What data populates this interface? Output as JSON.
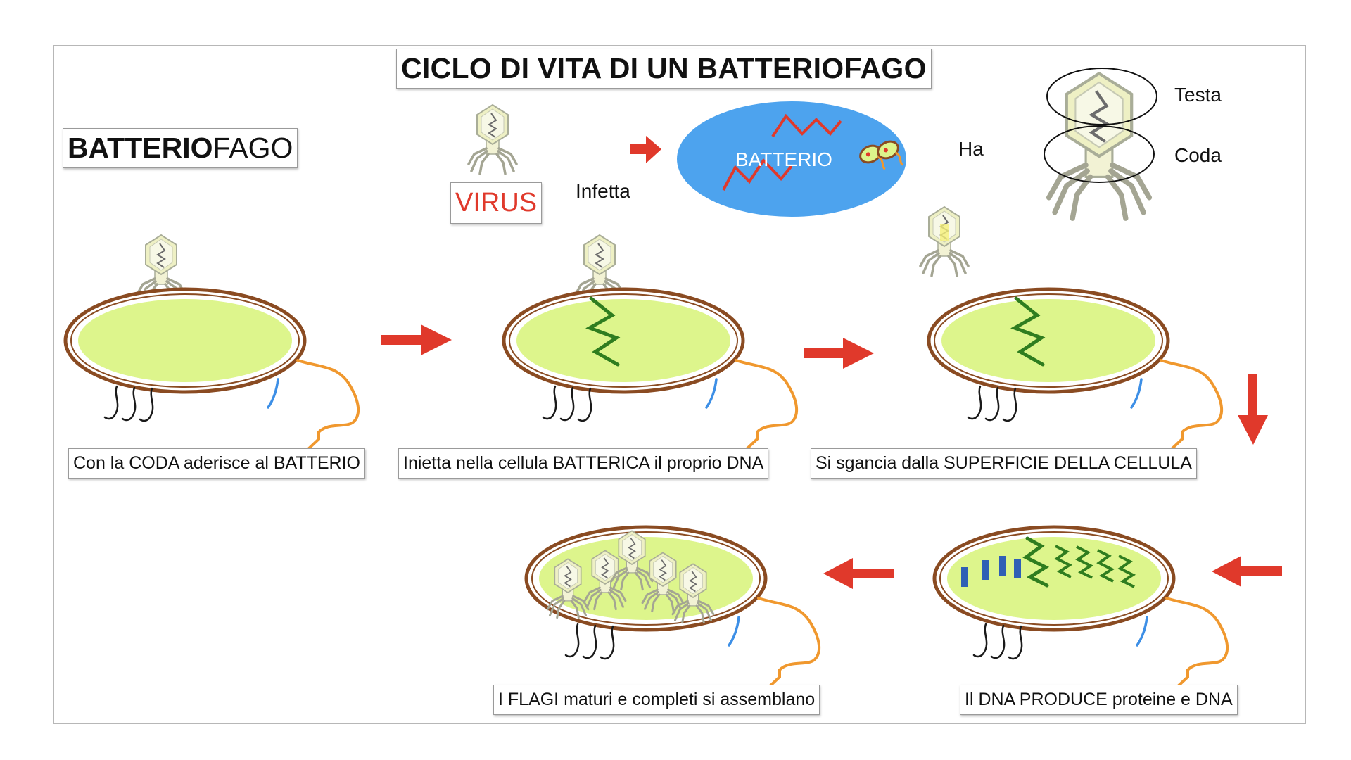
{
  "title": "CICLO DI VITA DI UN BATTERIOFAGO",
  "main_label": {
    "bold_part": "BATTERIO",
    "regular_part": "FAGO"
  },
  "virus_label": "VIRUS",
  "infects_label": "Infetta",
  "bacterium_label": "BATTERIO",
  "has_label": "Ha",
  "parts": {
    "head": "Testa",
    "tail": "Coda"
  },
  "steps": [
    {
      "caption": "Con la CODA aderisce al BATTERIO"
    },
    {
      "caption": "Inietta nella cellula BATTERICA il proprio DNA"
    },
    {
      "caption": "Si sgancia dalla SUPERFICIE DELLA CELLULA"
    },
    {
      "caption": "Il DNA PRODUCE proteine e DNA"
    },
    {
      "caption": "I FLAGI maturi e completi si assemblano"
    }
  ],
  "colors": {
    "arrow": "#e0392b",
    "cytoplasm": "#ddf58c",
    "cell_wall": "#8a4b22",
    "dna": "#2f7d1f",
    "flagellum": "#f0982e",
    "pilus": "#3d8fe6",
    "protein": "#2f5fb5",
    "bacterium_blue": "#4da3ee",
    "phage_head": "#eef0c4"
  }
}
